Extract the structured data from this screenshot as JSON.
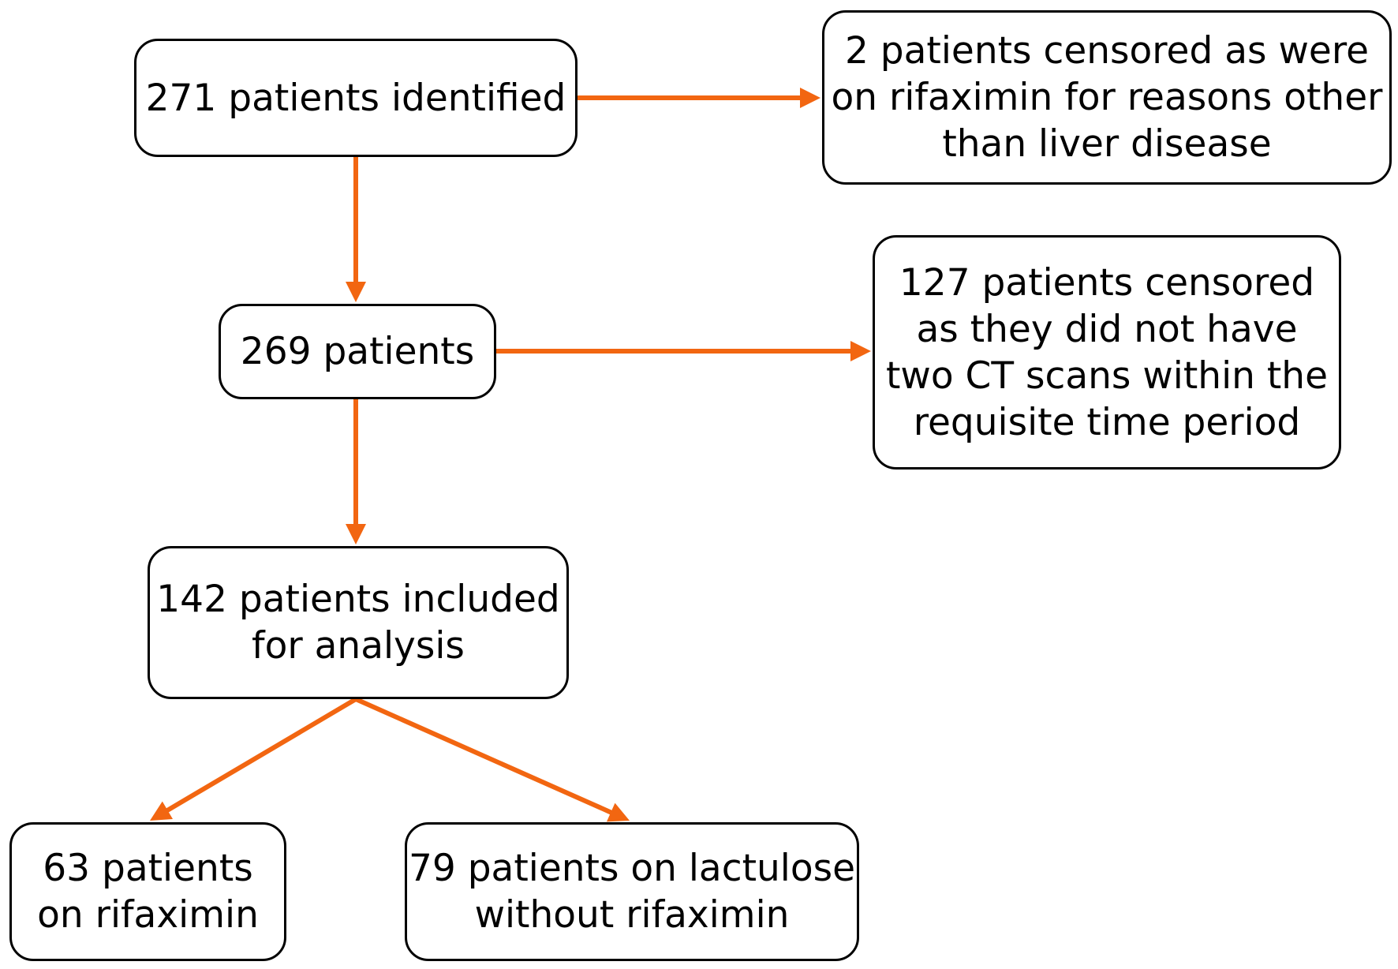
{
  "flowchart": {
    "arrow_color": "#f26611",
    "border_color": "#000000",
    "boxes": {
      "identified": "271 patients identified",
      "censored_rifaximin": "2 patients censored as were\non rifaximin for reasons other\nthan liver disease",
      "remaining": "269 patients",
      "censored_ct": "127 patients censored\nas they did not have\ntwo CT scans within the\nrequisite time period",
      "included": "142 patients included\nfor analysis",
      "rifaximin": "63 patients\non rifaximin",
      "lactulose": "79 patients on lactulose\nwithout rifaximin"
    }
  }
}
